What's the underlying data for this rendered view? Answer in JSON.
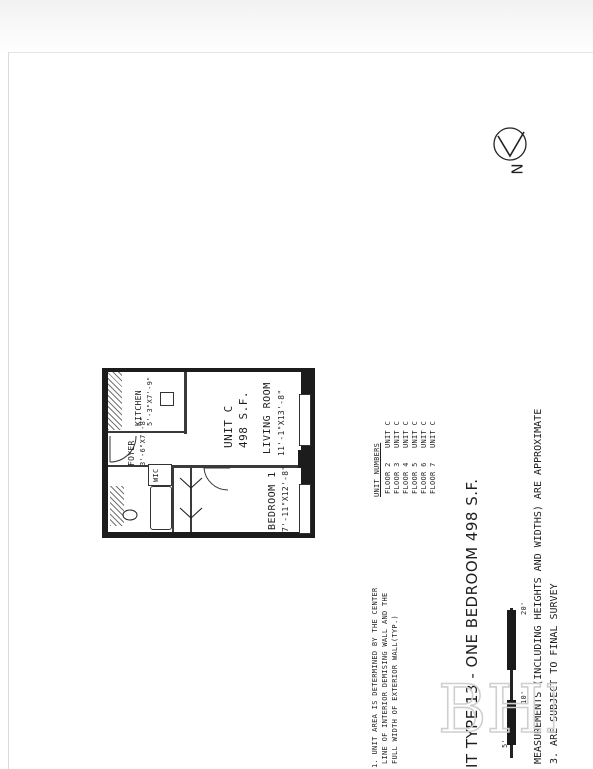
{
  "compass": {
    "north_label": "N"
  },
  "plan": {
    "unit_name": "UNIT C",
    "unit_area": "498 S.F.",
    "living_room": {
      "name": "LIVING ROOM",
      "dims": "11'-1\"X13'-8\""
    },
    "bedroom": {
      "name": "BEDROOM 1",
      "dims": "7'-11\"X12'-8\""
    },
    "kitchen": {
      "name": "KITCHEN",
      "dims": "5'-3\"X7'-9\""
    },
    "foyer": {
      "name": "FOYER",
      "dims": "3'-6\"X7'-8\""
    },
    "closet_label": "WIC"
  },
  "unit_numbers": {
    "header": "UNIT NUMBERS",
    "rows": [
      {
        "floor": "FLOOR 2",
        "unit": "UNIT C"
      },
      {
        "floor": "FLOOR 3",
        "unit": "UNIT C"
      },
      {
        "floor": "FLOOR 4",
        "unit": "UNIT C"
      },
      {
        "floor": "FLOOR 5",
        "unit": "UNIT C"
      },
      {
        "floor": "FLOOR 6",
        "unit": "UNIT C"
      },
      {
        "floor": "FLOOR 7",
        "unit": "UNIT C"
      }
    ]
  },
  "notes": {
    "area_note_1": "1. UNIT AREA IS DETERMINED BY THE CENTER",
    "area_note_2": "LINE OF INTERIOR DEMISING WALL AND THE",
    "area_note_3": "FULL WIDTH OF EXTERIOR WALL(TYP.)",
    "measurement_note_1": "MEASUREMENTS (INCLUDING HEIGHTS AND WIDTHS) ARE APPROXIMATE",
    "measurement_note_2": "3. ARE SUBJECT TO FINAL SURVEY"
  },
  "title": "IT TYPE 13 - ONE BEDROOM 498 S.F.",
  "scale": {
    "mark_mid": "10'",
    "mark_end": "20'",
    "mark_start": "5'"
  },
  "logo_text": "BHR"
}
